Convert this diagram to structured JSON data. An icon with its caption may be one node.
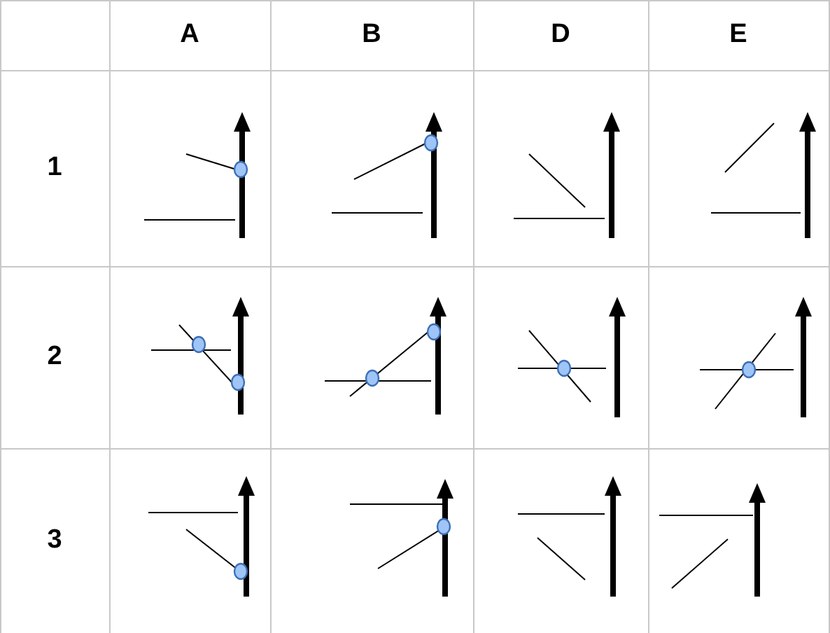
{
  "diagram": {
    "labels": [
      "A",
      "B",
      "D",
      "E",
      "1",
      "2",
      "3"
    ]
  }
}
